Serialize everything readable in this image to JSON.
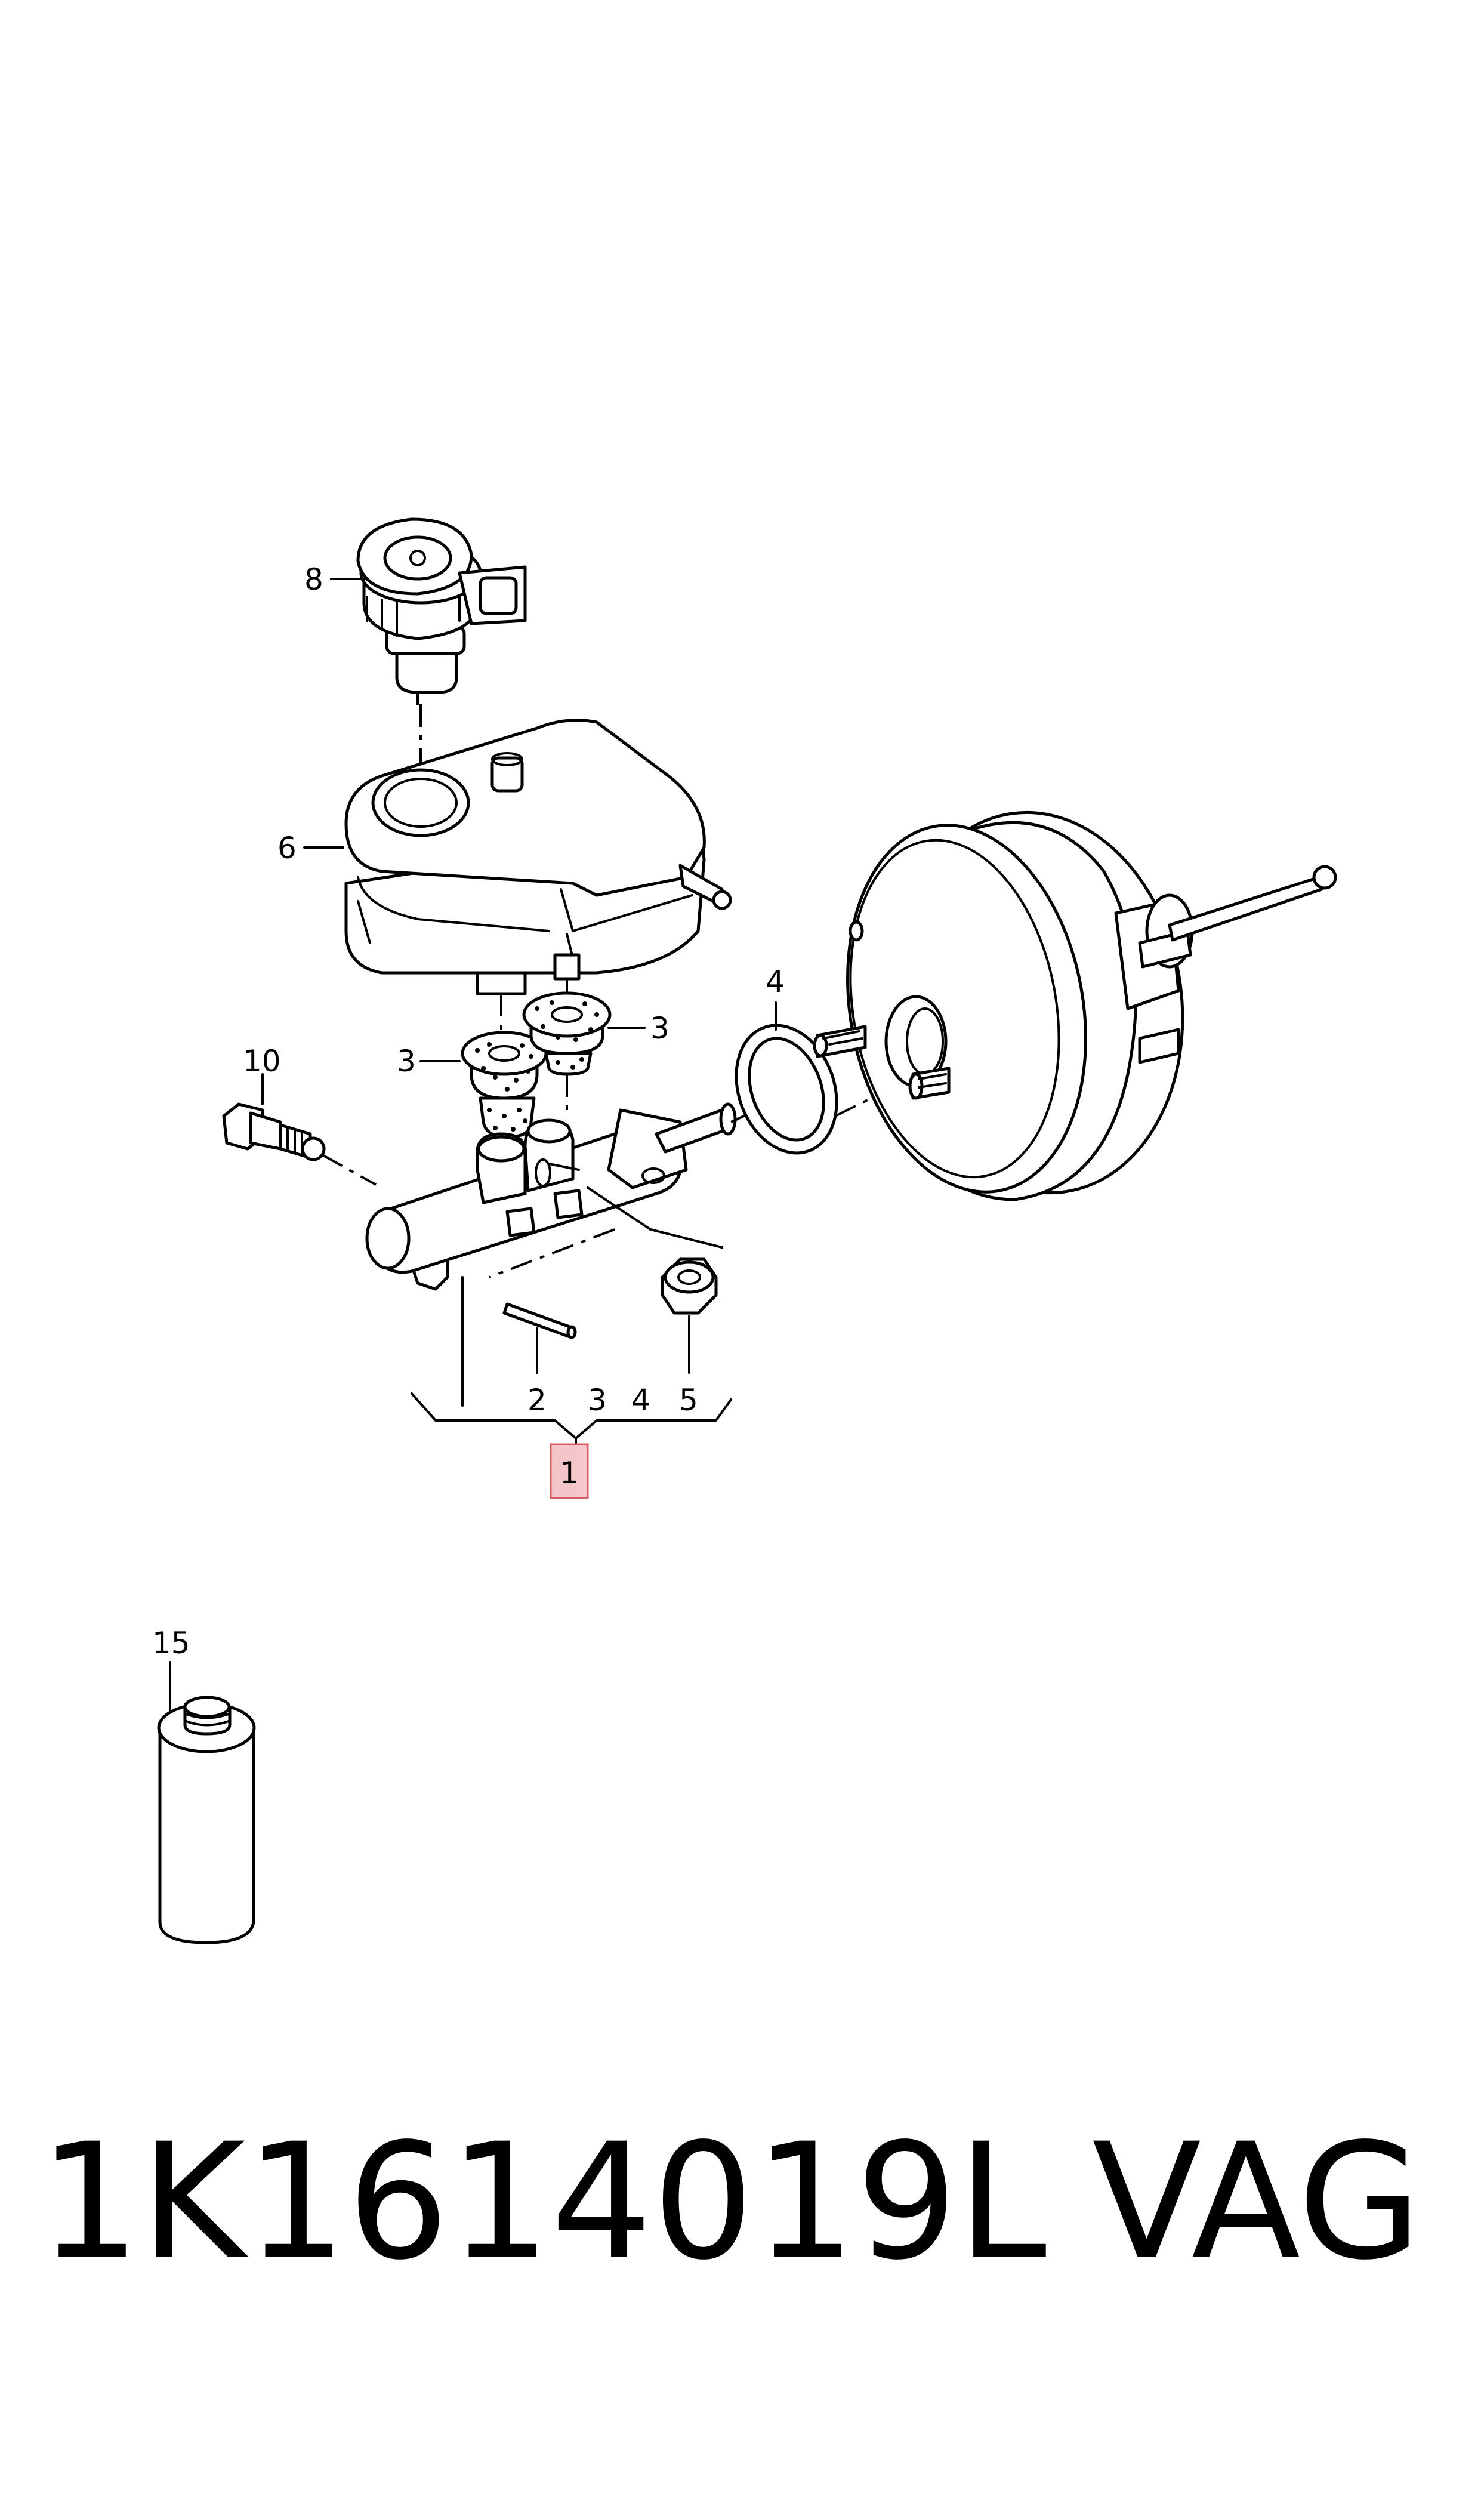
{
  "callouts": {
    "c1": "1",
    "c2": "2",
    "c3a": "3",
    "c3b": "3",
    "c3c": "3",
    "c4a": "4",
    "c4b": "4",
    "c5": "5",
    "c6": "6",
    "c8": "8",
    "c10": "10",
    "c15": "15"
  },
  "highlight_color": "#f3c6c9",
  "highlight_border": "#d9595e",
  "caption": {
    "part_number": "1K1614019L",
    "brand": "VAG"
  }
}
